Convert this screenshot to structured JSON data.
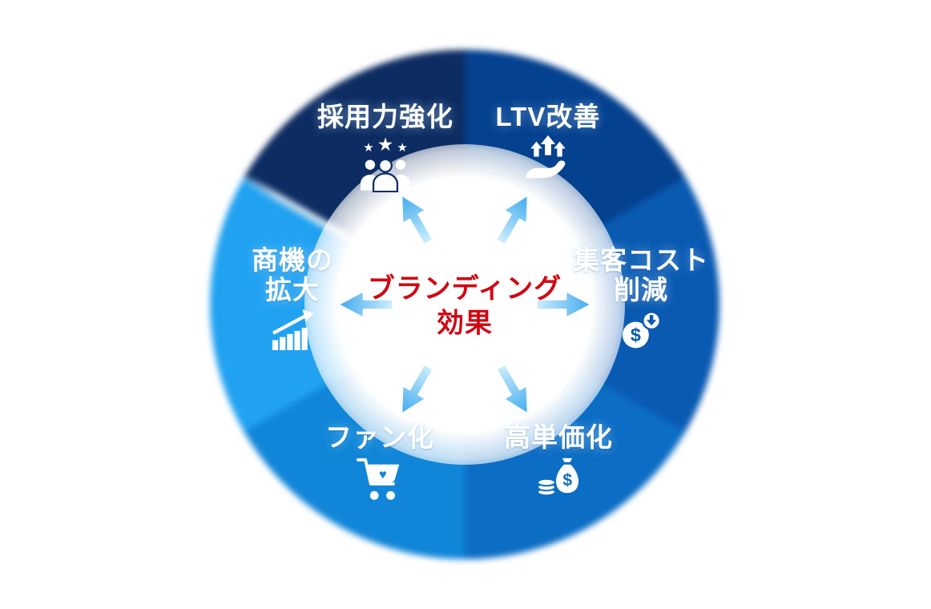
{
  "diagram": {
    "center": {
      "lines": [
        "ブランディング",
        "効果"
      ],
      "text_color": "#d20712"
    },
    "segments": [
      {
        "name": "recruiting-power",
        "label_lines": [
          "採用力強化"
        ],
        "icon": "people-with-stars-icon",
        "color": "#0d2c62",
        "arc_start_deg": 300,
        "arc_end_deg": 360,
        "position": "top-left"
      },
      {
        "name": "ltv-improvement",
        "label_lines": [
          "LTV改善"
        ],
        "icon": "hand-with-rising-arrows-icon",
        "color": "#04418f",
        "arc_start_deg": 0,
        "arc_end_deg": 60,
        "position": "top-right"
      },
      {
        "name": "acquisition-cost-reduction",
        "label_lines": [
          "集客コスト",
          "削減"
        ],
        "icon": "dollar-coin-decrease-icon",
        "color": "#0a5ab2",
        "arc_start_deg": 60,
        "arc_end_deg": 120,
        "position": "right"
      },
      {
        "name": "higher-unit-price",
        "label_lines": [
          "高単価化"
        ],
        "icon": "money-bag-coins-icon",
        "color": "#0c6dc4",
        "arc_start_deg": 120,
        "arc_end_deg": 180,
        "position": "bottom-right"
      },
      {
        "name": "fan-conversion",
        "label_lines": [
          "ファン化"
        ],
        "icon": "cart-with-heart-icon",
        "color": "#1186d8",
        "arc_start_deg": 180,
        "arc_end_deg": 240,
        "position": "bottom-left"
      },
      {
        "name": "business-opportunity-expansion",
        "label_lines": [
          "商機の",
          "拡大"
        ],
        "icon": "growth-bar-chart-icon",
        "color": "#21a2f1",
        "arc_start_deg": 240,
        "arc_end_deg": 300,
        "position": "left"
      }
    ],
    "arrows": {
      "count": 6,
      "directions_deg": [
        30,
        90,
        150,
        210,
        270,
        330
      ],
      "tail_color": "#cdeefd",
      "tip_color": "#3fa9ee",
      "outline_color": "#ffffff"
    },
    "stars_glyph": "★",
    "heart_glyph": "♥",
    "currency_glyph": "$",
    "background_color": "#ffffff"
  }
}
